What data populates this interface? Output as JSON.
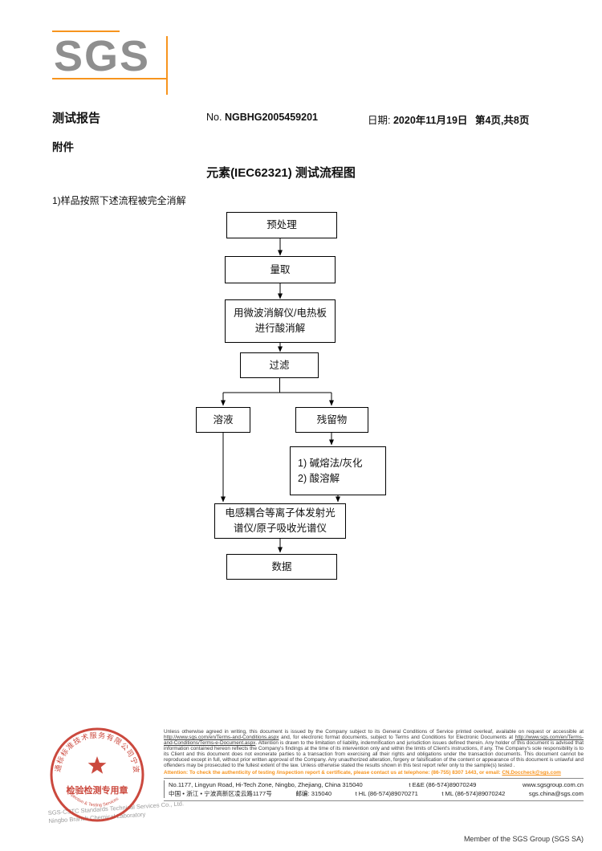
{
  "logo": {
    "text": "SGS",
    "accent_color": "#f7941e"
  },
  "header": {
    "report_title": "测试报告",
    "no_label": "No.",
    "report_no": "NGBHG2005459201",
    "date_label": "日期:",
    "date_value": "2020年11月19日",
    "page_info": "第4页,共8页",
    "attachment_label": "附件"
  },
  "content": {
    "title": "元素(IEC62321) 测试流程图",
    "note": "1)样品按照下述流程被完全消解"
  },
  "flowchart": {
    "pretreatment": "预处理",
    "measure": "量取",
    "digest_line1": "用微波消解仪/电热板",
    "digest_line2": "进行酸消解",
    "filter": "过滤",
    "solution": "溶液",
    "residue": "残留物",
    "alkali_line1": "1) 碱熔法/灰化",
    "alkali_line2": "2) 酸溶解",
    "icp_line1": "电感耦合等离子体发射光",
    "icp_line2": "谱仪/原子吸收光谱仪",
    "data": "数据"
  },
  "stamp": {
    "ring_text": "通标标准技术服务有限公司宁波分公司",
    "title": "检验检测专用章",
    "subtitle": "Inspection & Testing Services",
    "color": "#c73a2e",
    "company_line1": "SGS-CSTC Standards Technical Services Co., Ltd.",
    "company_line2": "Ningbo Branch Chemical Laboratory"
  },
  "footer": {
    "disclaimer_p1": "Unless otherwise agreed in writing, this document is issued by the Company subject to its General Conditions of Service printed overleaf, available on request or accessible at ",
    "disclaimer_url1": "http://www.sgs.com/en/Terms-and-Conditions.aspx",
    "disclaimer_p2": " and, for electronic format documents, subject to Terms and Conditions for Electronic Documents at ",
    "disclaimer_url2": "http://www.sgs.com/en/Terms-and-Conditions/Terms-e-Document.aspx",
    "disclaimer_p3": ". Attention is drawn to the limitation of liability, indemnification and jurisdiction issues defined therein. Any holder of this document is advised that information contained hereon reflects the Company's findings at the time of its intervention only and within the limits of Client's instructions, if any. The Company's sole responsibility is to its Client and this document does not exonerate parties to a transaction from exercising all their rights and obligations under the transaction documents. This document cannot be reproduced except in full, without prior written approval of the Company. Any unauthorized alteration, forgery or falsification of the content or appearance of this document is unlawful and offenders may be prosecuted to the fullest extent of the law. Unless otherwise stated the results shown in this test report refer only to the sample(s) tested .",
    "attention_text": "Attention: To check the authenticity of testing /inspection report & certificate, please contact us at telephone: (86-755) 8307 1443, or email: ",
    "attention_email": "CN.Doccheck@sgs.com",
    "address_en": "No.1177, Lingyun Road, Hi-Tech Zone, Ningbo, Zhejiang, China 315040",
    "tel_ee": "t E&E (86-574)89070249",
    "website": "www.sgsgroup.com.cn",
    "address_cn": "中国 • 浙江 • 宁波高新区凌云路1177号",
    "postcode": "邮编: 315040",
    "tel_hl": "t HL (86-574)89070271",
    "tel_ml": "t ML (86-574)89070242",
    "email": "sgs.china@sgs.com",
    "member_note": "Member of the SGS Group (SGS SA)"
  }
}
